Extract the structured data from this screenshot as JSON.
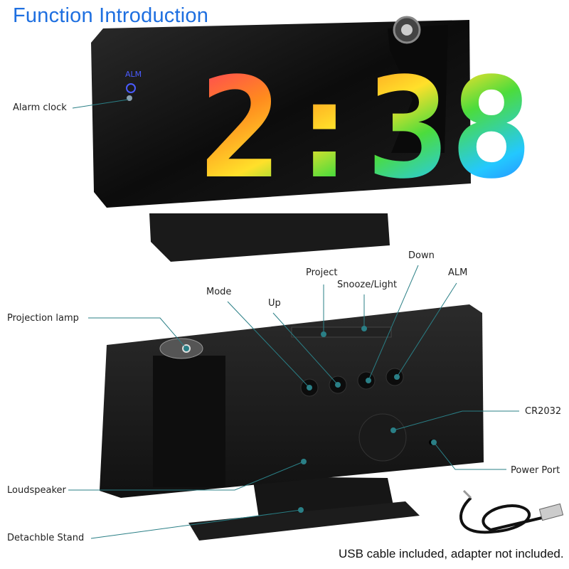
{
  "title": "Function Introduction",
  "front": {
    "display_time": "2:38",
    "alm_indicator": "ALM",
    "labels": {
      "alarm_clock": "Alarm clock"
    }
  },
  "back": {
    "labels": {
      "projection_lamp": "Projection lamp",
      "mode": "Mode",
      "up": "Up",
      "project": "Project",
      "snooze_light": "Snooze/Light",
      "down": "Down",
      "alm": "ALM",
      "cr2032": "CR2032",
      "power_port": "Power Port",
      "loudspeaker": "Loudspeaker",
      "detachable_stand": "Detachble Stand"
    }
  },
  "footnote": "USB cable included, adapter not included.",
  "colors": {
    "title": "#1e6fe0",
    "leader": "#2a7f86",
    "device": "#151515"
  },
  "icons": [
    "alarm-bell-icon",
    "usb-cable-icon"
  ]
}
